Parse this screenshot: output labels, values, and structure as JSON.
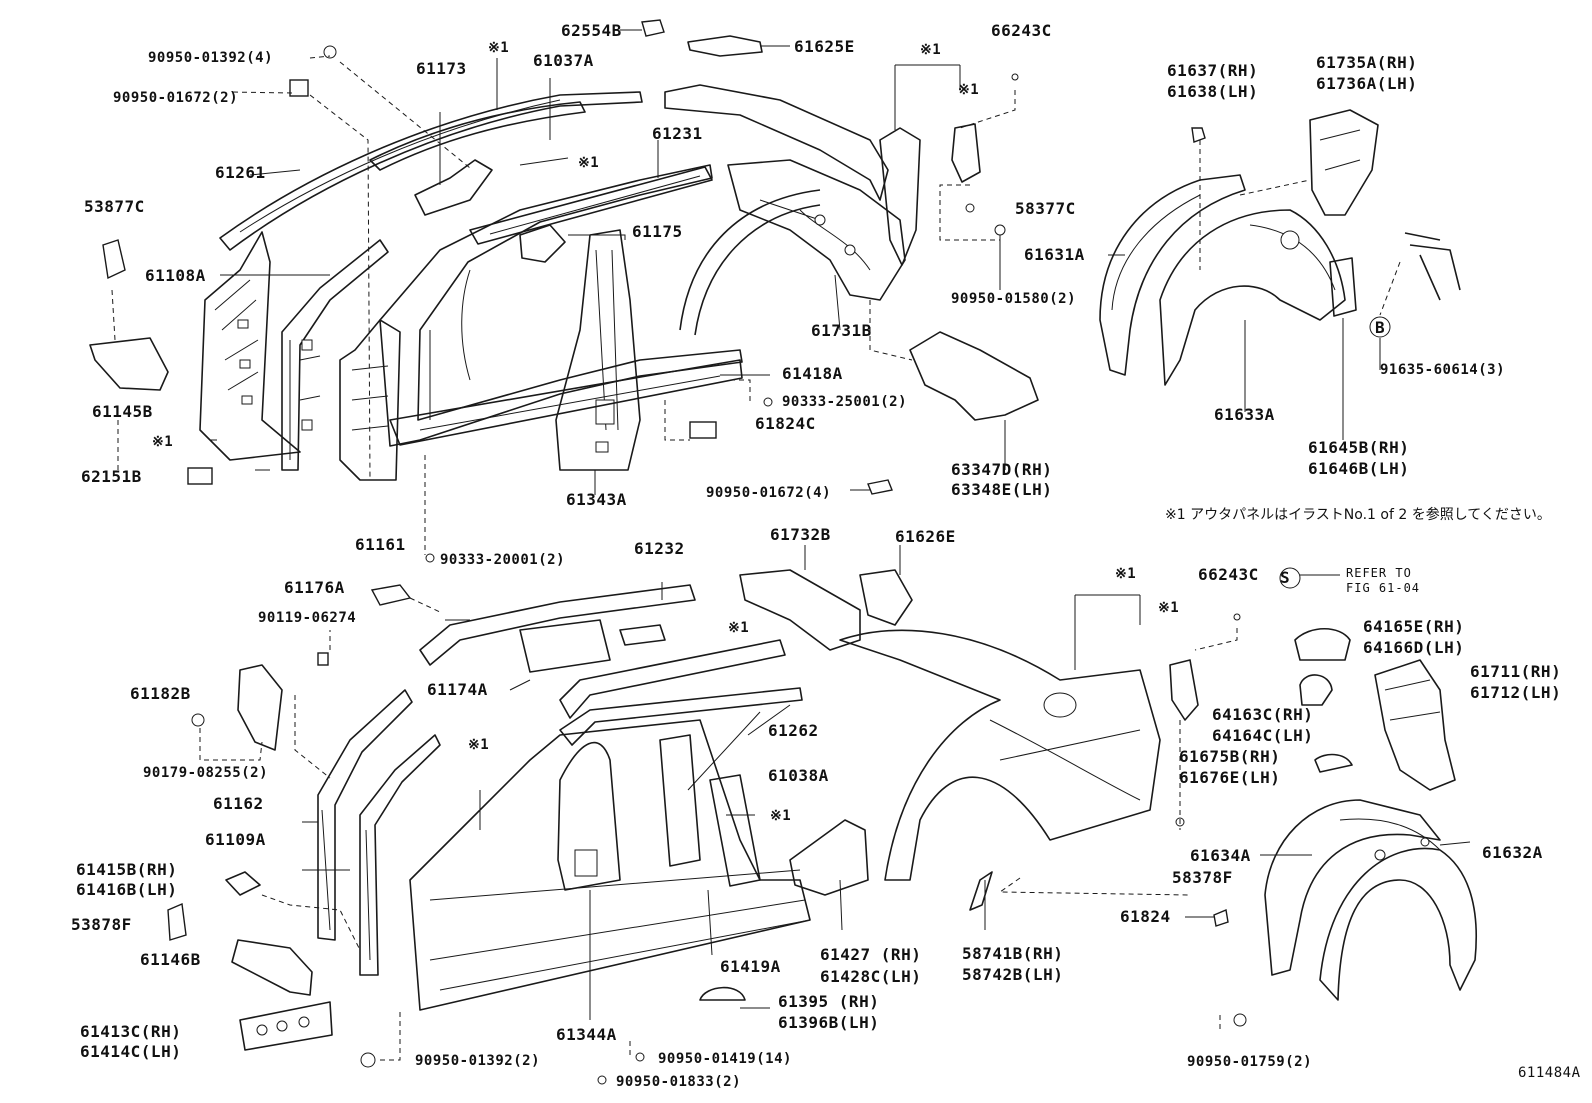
{
  "diagram_id": "611484A",
  "note": "※1 アウタパネルはイラストNo.1 of 2 を参照してください。",
  "refer": {
    "symbol": "S",
    "line1": "REFER TO",
    "line2": "FIG 61-04"
  },
  "callout_b": "B",
  "labels": {
    "l62554B": "62554B",
    "l61625E": "61625E",
    "l66243C_top": "66243C",
    "l90950_01392_4": "90950-01392(4)",
    "l90950_01672_2": "90950-01672(2)",
    "l61173": "61173",
    "l61037A": "61037A",
    "l61231": "61231",
    "l61261": "61261",
    "l53877C": "53877C",
    "l61108A": "61108A",
    "l61175": "61175",
    "l58377C": "58377C",
    "l90950_01580_2": "90950-01580(2)",
    "l61731B": "61731B",
    "l61418A": "61418A",
    "l90333_25001_2": "90333-25001(2)",
    "l61145B": "61145B",
    "l61824C": "61824C",
    "l62151B": "62151B",
    "l61343A": "61343A",
    "l63347D": "63347D(RH)",
    "l63348E": "63348E(LH)",
    "l61161": "61161",
    "l90333_20001_2": "90333-20001(2)",
    "l61637": "61637(RH)",
    "l61638": "61638(LH)",
    "l61735A": "61735A(RH)",
    "l61736A": "61736A(LH)",
    "l61631A": "61631A",
    "l91635": "91635-60614(3)",
    "l61633A": "61633A",
    "l61645B": "61645B(RH)",
    "l61646B": "61646B(LH)",
    "l90950_01672_4": "90950-01672(4)",
    "l61732B": "61732B",
    "l61626E": "61626E",
    "l61232": "61232",
    "l61176A": "61176A",
    "l90119": "90119-06274",
    "l61182B": "61182B",
    "l61174A": "61174A",
    "l61262": "61262",
    "l90179": "90179-08255(2)",
    "l61038A": "61038A",
    "l61162": "61162",
    "l61109A": "61109A",
    "l61415B": "61415B(RH)",
    "l61416B": "61416B(LH)",
    "l53878F": "53878F",
    "l61146B": "61146B",
    "l61413C": "61413C(RH)",
    "l61414C": "61414C(LH)",
    "l90950_01392_2": "90950-01392(2)",
    "l61344A": "61344A",
    "l61419A": "61419A",
    "l61427": "61427 (RH)",
    "l61428C": "61428C(LH)",
    "l61395": "61395 (RH)",
    "l61396B": "61396B(LH)",
    "l90950_01419": "90950-01419(14)",
    "l90950_01833": "90950-01833(2)",
    "l58741B": "58741B(RH)",
    "l58742B": "58742B(LH)",
    "l66243C_bot": "66243C",
    "l64165E": "64165E(RH)",
    "l64166D": "64166D(LH)",
    "l61711": "61711(RH)",
    "l61712": "61712(LH)",
    "l64163C": "64163C(RH)",
    "l64164C": "64164C(LH)",
    "l61675B": "61675B(RH)",
    "l61676E": "61676E(LH)",
    "l58378F": "58378F",
    "l61634A": "61634A",
    "l61632A": "61632A",
    "l61824": "61824",
    "l90950_01759": "90950-01759(2)"
  },
  "star1": "※1"
}
